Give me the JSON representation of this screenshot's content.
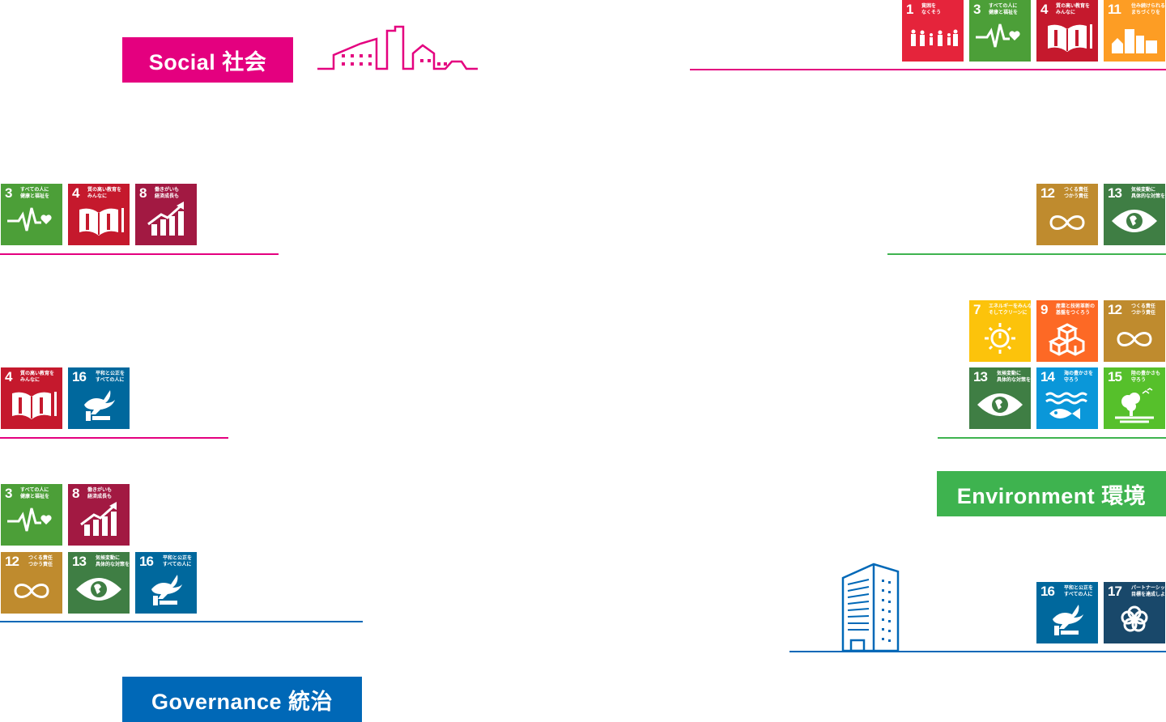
{
  "colors": {
    "social": "#e4007f",
    "environment": "#3eb34f",
    "governance": "#0068b7",
    "g1": "#e5243b",
    "g3": "#4c9f38",
    "g4": "#c5192d",
    "g7": "#fcc30b",
    "g8": "#a21942",
    "g9": "#fd6925",
    "g11": "#fd9d24",
    "g12": "#bf8b2e",
    "g13": "#3f7e44",
    "g14": "#0a97d9",
    "g15": "#56c02b",
    "g16": "#00689d",
    "g17": "#19486a"
  },
  "labels": {
    "social": "Social 社会",
    "environment": "Environment 環境",
    "governance": "Governance 統治"
  },
  "goals": {
    "g1": {
      "num": "1",
      "text": "貧困を\nなくそう",
      "icon": "family-icon"
    },
    "g3": {
      "num": "3",
      "text": "すべての人に\n健康と福祉を",
      "icon": "heartbeat-icon"
    },
    "g4": {
      "num": "4",
      "text": "質の高い教育を\nみんなに",
      "icon": "book-icon"
    },
    "g7": {
      "num": "7",
      "text": "エネルギーをみんなに\nそしてクリーンに",
      "icon": "sun-power-icon"
    },
    "g8": {
      "num": "8",
      "text": "働きがいも\n経済成長も",
      "icon": "growth-chart-icon"
    },
    "g9": {
      "num": "9",
      "text": "産業と技術革新の\n基盤をつくろう",
      "icon": "cubes-icon"
    },
    "g11": {
      "num": "11",
      "text": "住み続けられる\nまちづくりを",
      "icon": "city-icon"
    },
    "g12": {
      "num": "12",
      "text": "つくる責任\nつかう責任",
      "icon": "infinity-icon"
    },
    "g13": {
      "num": "13",
      "text": "気候変動に\n具体的な対策を",
      "icon": "eye-globe-icon"
    },
    "g14": {
      "num": "14",
      "text": "海の豊かさを\n守ろう",
      "icon": "fish-icon"
    },
    "g15": {
      "num": "15",
      "text": "陸の豊かさも\n守ろう",
      "icon": "tree-icon"
    },
    "g16": {
      "num": "16",
      "text": "平和と公正を\nすべての人に",
      "icon": "dove-icon"
    },
    "g17": {
      "num": "17",
      "text": "パートナーシップで\n目標を達成しよう",
      "icon": "rings-icon"
    }
  },
  "groups": [
    {
      "id": "social-top",
      "goals": [
        "g1",
        "g3",
        "g4",
        "g11"
      ]
    },
    {
      "id": "social-row2",
      "goals": [
        "g3",
        "g4",
        "g8"
      ]
    },
    {
      "id": "env-row1",
      "goals": [
        "g12",
        "g13"
      ]
    },
    {
      "id": "env-row2",
      "goals": [
        "g7",
        "g9",
        "g12",
        "g13",
        "g14",
        "g15"
      ]
    },
    {
      "id": "social-row3",
      "goals": [
        "g4",
        "g16"
      ]
    },
    {
      "id": "gov-left",
      "goals": [
        "g3",
        "g8",
        "g12",
        "g13",
        "g16"
      ]
    },
    {
      "id": "gov-right",
      "goals": [
        "g16",
        "g17"
      ]
    }
  ]
}
